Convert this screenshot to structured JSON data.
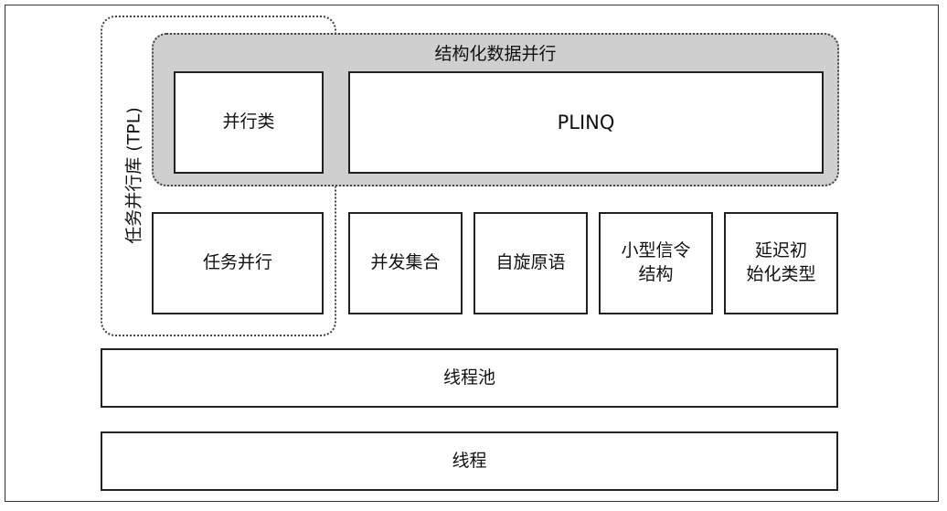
{
  "regions": {
    "structured_data_parallelism": "结构化数据并行",
    "task_parallel_library": "任务并行库 (TPL)"
  },
  "boxes": {
    "parallel_class": "并行类",
    "plinq": "PLINQ",
    "task_parallelism": "任务并行",
    "concurrent_collections": "并发集合",
    "spinning_primitives": "自旋原语",
    "lightweight_signaling": "小型信令\n结构",
    "lazy_initialization": "延迟初\n始化类型",
    "thread_pool": "线程池",
    "threads": "线程"
  }
}
